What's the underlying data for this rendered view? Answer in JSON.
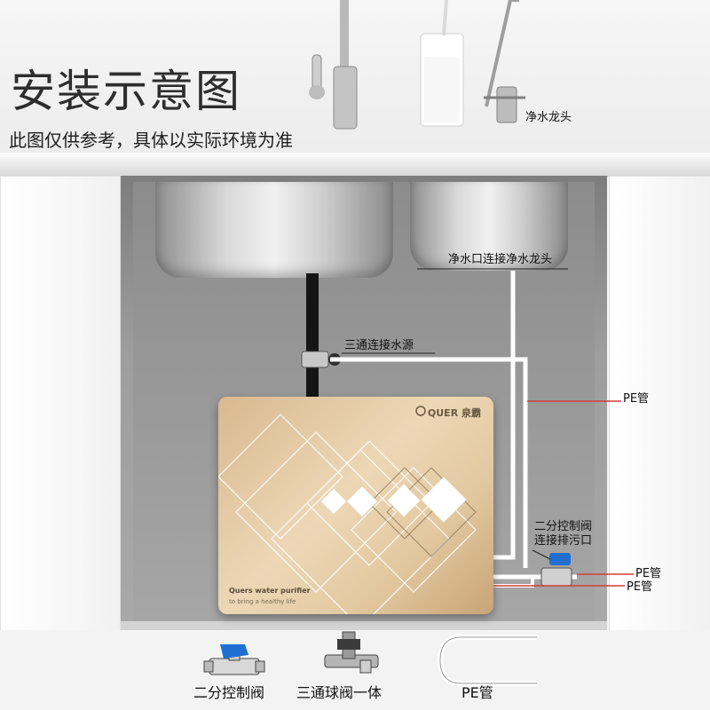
{
  "header": {
    "title": "安装示意图",
    "subtitle": "此图仅供参考，具体以实际环境为准"
  },
  "labels": {
    "faucet": "净水龙头",
    "outlet": "净水口连接净水龙头",
    "tee": "三通连接水源",
    "pe_main": "PE管",
    "drain_line1": "二分控制阀",
    "drain_line2": "连接排污口",
    "pe_upper": "PE管",
    "pe_lower": "PE管"
  },
  "purifier": {
    "brand": "QUER 泉霸",
    "product_name": "Quers water purifier",
    "slogan": "to bring a healthy life"
  },
  "parts": {
    "valve": "二分控制阀",
    "tee_valve": "三通球阀一体",
    "pe_tube": "PE管"
  },
  "colors": {
    "valve_blue": "#1f6fd1",
    "callout_red": "#d23c3c",
    "purifier_gold": "#e6cda8"
  }
}
